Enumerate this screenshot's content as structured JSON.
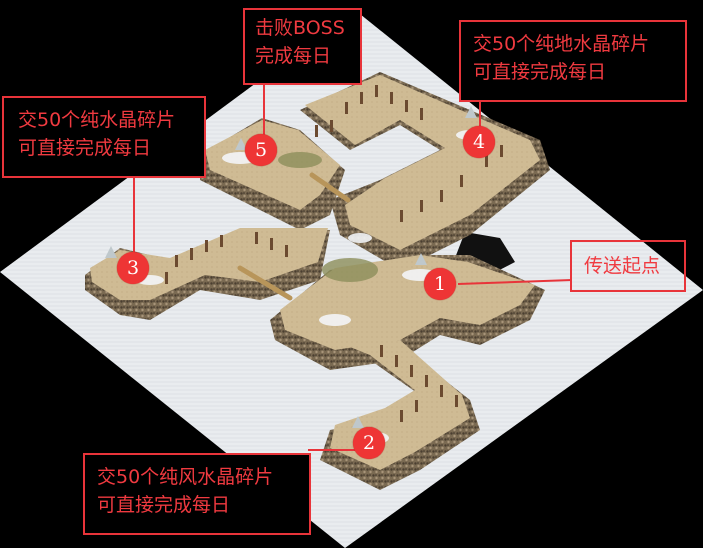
{
  "map": {
    "ground_color": "#e9ecef",
    "path_color": "#cdb892",
    "cliff_color": "#6e5f4a",
    "background_color": "#000000",
    "accent_color": "#e8343a"
  },
  "markers": [
    {
      "id": "1",
      "label": "1"
    },
    {
      "id": "2",
      "label": "2"
    },
    {
      "id": "3",
      "label": "3"
    },
    {
      "id": "4",
      "label": "4"
    },
    {
      "id": "5",
      "label": "5"
    }
  ],
  "annotations": {
    "boss": {
      "line1": "击败BOSS",
      "line2": "完成每日"
    },
    "earth": {
      "line1": "交50个纯地水晶碎片",
      "line2": "可直接完成每日"
    },
    "water": {
      "line1": "交50个纯水晶碎片",
      "line2": "可直接完成每日"
    },
    "start": {
      "line1": "传送起点"
    },
    "wind": {
      "line1": "交50个纯风水晶碎片",
      "line2": "可直接完成每日"
    }
  }
}
